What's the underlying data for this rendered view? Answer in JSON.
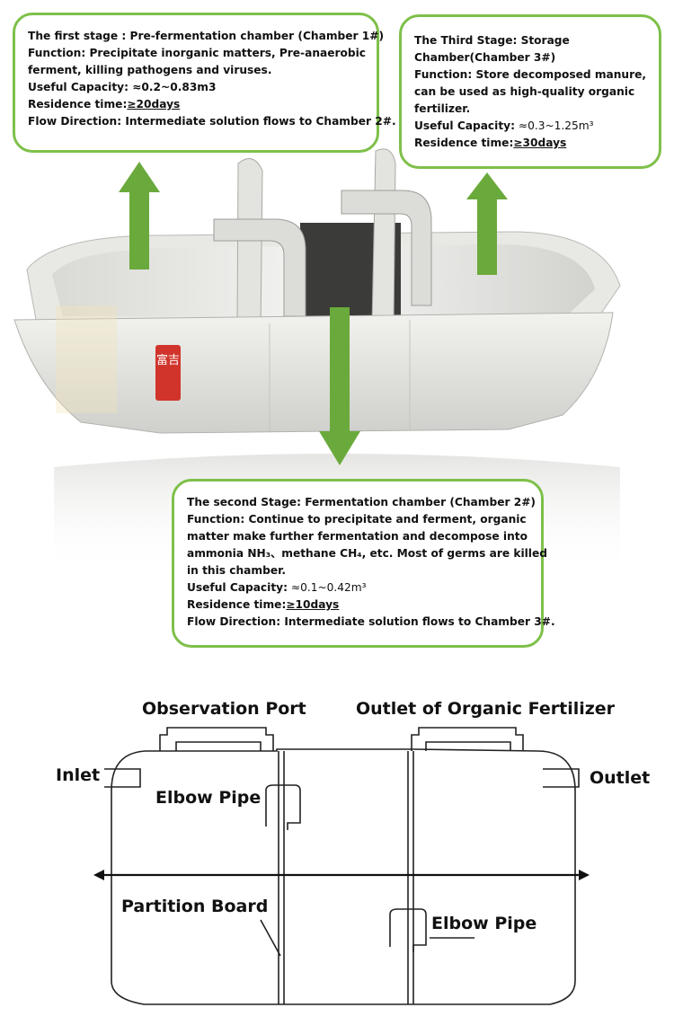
{
  "stage1": {
    "title": "The first stage : Pre-fermentation chamber (Chamber 1#)",
    "function_1": "Function: Precipitate inorganic matters, Pre-anaerobic",
    "function_2": "ferment, killing pathogens and viruses.",
    "capacity": "Useful Capacity: ≈0.2~0.83m3",
    "residence_label": "Residence time:",
    "residence_value": "≥20days",
    "flow": "Flow Direction: Intermediate solution flows to Chamber 2#."
  },
  "stage3": {
    "title_1": "The Third Stage: Storage",
    "title_2": "Chamber(Chamber 3#)",
    "function_1": "Function: Store decomposed manure,",
    "function_2": "can be used as high-quality organic",
    "function_3": "fertilizer.",
    "capacity_label": "Useful Capacity:",
    "capacity_value": " ≈0.3~1.25m³",
    "residence_label": "Residence time:",
    "residence_value": "≥30days"
  },
  "stage2": {
    "title": "The second Stage: Fermentation chamber (Chamber 2#)",
    "function_1": "Function: Continue to precipitate and ferment, organic",
    "function_2": "matter make further fermentation and decompose into",
    "function_3": "ammonia NH₃、methane CH₄, etc. Most of germs are killed",
    "function_4": "in this chamber.",
    "capacity_label": "Useful Capacity:",
    "capacity_value": " ≈0.1~0.42m³",
    "residence_label": "Residence time:",
    "residence_value": "≥10days",
    "flow": "Flow Direction: Intermediate solution flows to Chamber 3#."
  },
  "seal_text": "富吉",
  "diagram": {
    "observation_port": "Observation Port",
    "outlet_fertilizer": "Outlet of Organic Fertilizer",
    "inlet": "Inlet",
    "outlet": "Outlet",
    "elbow_pipe_1": "Elbow Pipe",
    "partition_board": "Partition Board",
    "elbow_pipe_2": "Elbow Pipe"
  },
  "colors": {
    "accent_green": "#7ec04a",
    "arrow_green": "#6aaa3c",
    "tank_body": "#e4e5e1",
    "chamber_dark": "#3a3a38"
  }
}
